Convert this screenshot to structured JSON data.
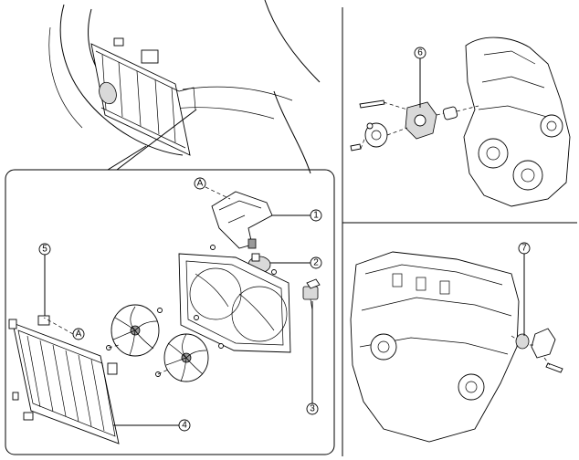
{
  "callouts": {
    "c1": "1",
    "c2": "2",
    "c3": "3",
    "c4": "4",
    "c5": "5",
    "c6": "6",
    "c7": "7"
  },
  "references": {
    "a_top": "A",
    "a_radiator": "A"
  }
}
